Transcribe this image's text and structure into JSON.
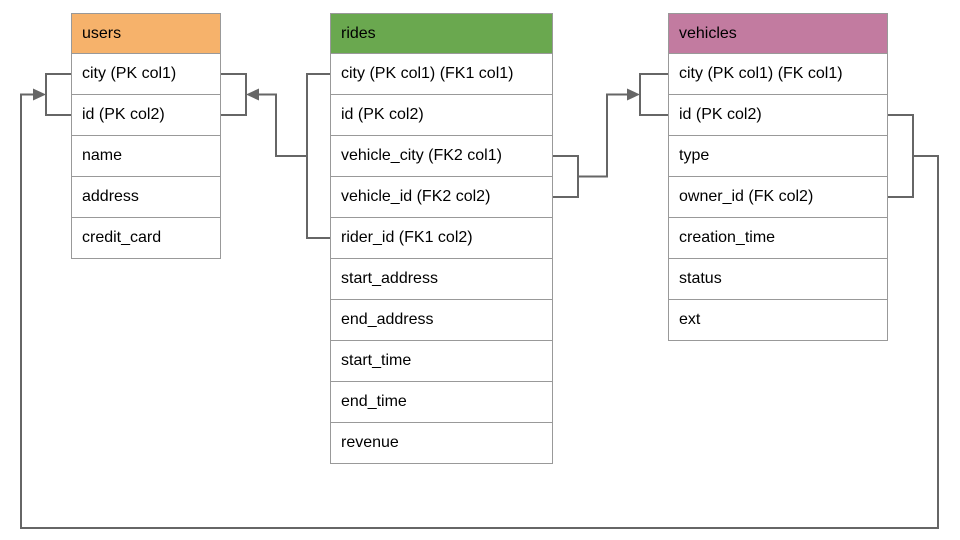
{
  "diagram": {
    "background_color": "#ffffff",
    "line_color": "#666666",
    "cell_border_color": "#999999",
    "text_color": "#000000"
  },
  "tables": [
    {
      "id": "users",
      "title": "users",
      "header_color": "#f6b26b",
      "columns": [
        "city (PK col1)",
        "id (PK col2)",
        "name",
        "address",
        "credit_card"
      ]
    },
    {
      "id": "rides",
      "title": "rides",
      "header_color": "#6aa84f",
      "columns": [
        "city (PK col1) (FK1 col1)",
        "id (PK col2)",
        "vehicle_city (FK2 col1)",
        "vehicle_id (FK2 col2)",
        "rider_id (FK1 col2)",
        "start_address",
        "end_address",
        "start_time",
        "end_time",
        "revenue"
      ]
    },
    {
      "id": "vehicles",
      "title": "vehicles",
      "header_color": "#c27ba0",
      "columns": [
        "city (PK col1) (FK col1)",
        "id (PK col2)",
        "type",
        "owner_id (FK col2)",
        "creation_time",
        "status",
        "ext"
      ]
    }
  ],
  "relationships": [
    {
      "label": "FK1",
      "from_table": "rides",
      "from_columns": "city, rider_id",
      "to_table": "users",
      "to_columns": "city, id"
    },
    {
      "label": "FK2",
      "from_table": "rides",
      "from_columns": "vehicle_city, vehicle_id",
      "to_table": "vehicles",
      "to_columns": "city, id"
    },
    {
      "label": "FK",
      "from_table": "vehicles",
      "from_columns": "city, owner_id",
      "to_table": "users",
      "to_columns": "city, id"
    }
  ]
}
